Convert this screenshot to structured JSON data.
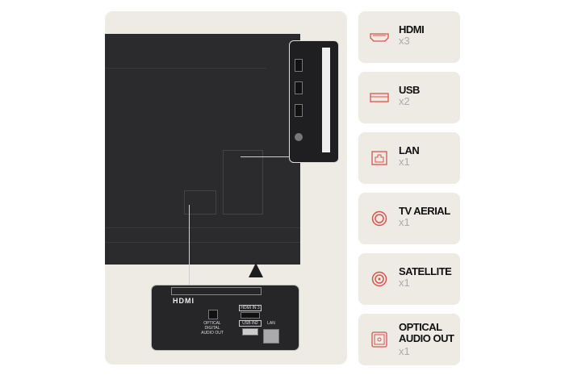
{
  "accent": "#d9534f",
  "tv_inset": {
    "hdmi_logo": "HDMI",
    "optical_label": "OPTICAL DIGITAL AUDIO OUT",
    "hdmi_port_label": "HDMI IN 3",
    "usb_port_label": "USB IN2",
    "lan_label": "LAN"
  },
  "ports": [
    {
      "icon": "hdmi-icon",
      "name": "HDMI",
      "count": "x3"
    },
    {
      "icon": "usb-icon",
      "name": "USB",
      "count": "x2"
    },
    {
      "icon": "lan-icon",
      "name": "LAN",
      "count": "x1"
    },
    {
      "icon": "tv-aerial-icon",
      "name": "TV AERIAL",
      "count": "x1"
    },
    {
      "icon": "satellite-icon",
      "name": "SATELLITE",
      "count": "x1"
    },
    {
      "icon": "optical-audio-icon",
      "name": "OPTICAL AUDIO OUT",
      "count": "x1"
    }
  ]
}
